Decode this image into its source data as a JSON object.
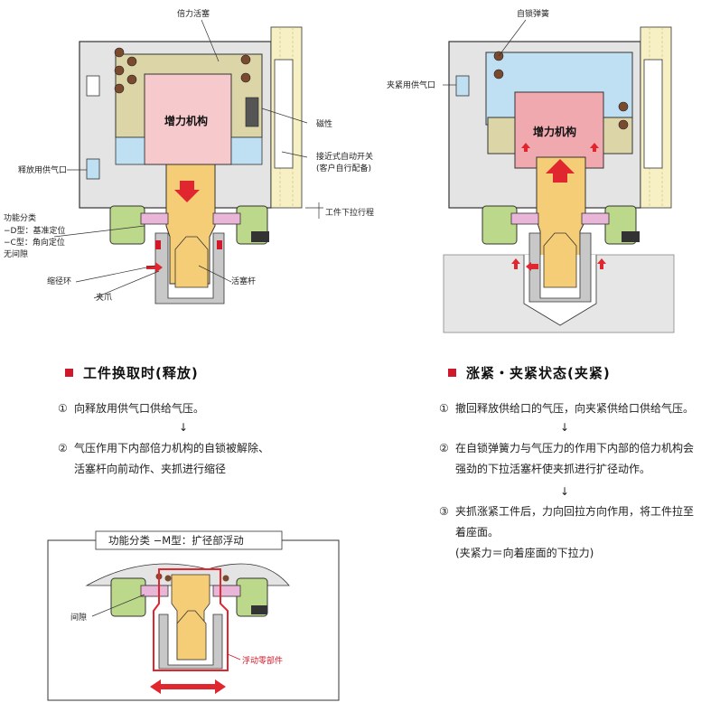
{
  "left_diagram": {
    "labels": {
      "booster_piston": "倍力活塞",
      "booster_mech": "增力机构",
      "magnet": "磁性",
      "proximity_switch_1": "接近式自动开关",
      "proximity_switch_2": "(客户自行配备)",
      "release_port": "释放用供气口",
      "pull_stroke": "工件下拉行程",
      "func_class": "功能分类",
      "d_type": "−D型：基准定位",
      "c_type": "−C型：角向定位",
      "no_gap": "无间隙",
      "reduce_ring": "缩径环",
      "clamp_claw": "夹爪",
      "piston_rod": "活塞杆"
    }
  },
  "right_diagram": {
    "labels": {
      "self_lock_spring": "自锁弹簧",
      "clamp_port": "夹紧用供气口",
      "booster_mech": "增力机构"
    }
  },
  "left_text": {
    "title": "工件换取时(释放)",
    "steps": [
      {
        "num": "①",
        "lines": [
          "向释放用供气口供给气压。"
        ]
      },
      {
        "num": "②",
        "lines": [
          "气压作用下内部倍力机构的自锁被解除、",
          "活塞杆向前动作、夹抓进行缩径"
        ]
      }
    ],
    "arrow": "↓"
  },
  "right_text": {
    "title": "涨紧・夹紧状态(夹紧)",
    "steps": [
      {
        "num": "①",
        "lines": [
          "撤回释放供给口的气压，向夹紧供给口供给气压。"
        ]
      },
      {
        "num": "②",
        "lines": [
          "在自锁弹簧力与气压力的作用下内部的倍力机构会",
          "强劲的下拉活塞杆使夹抓进行扩径动作。"
        ]
      },
      {
        "num": "③",
        "lines": [
          "夹抓涨紧工件后，力向回拉方向作用，将工件拉至",
          "着座面。",
          "(夹紧力＝向着座面的下拉力)"
        ]
      }
    ],
    "arrow": "↓"
  },
  "bottom_box": {
    "title": "功能分类 −M型：扩径部浮动",
    "gap_label": "间隙",
    "float_label": "浮动零部件"
  },
  "colors": {
    "housing": "#e4e4e4",
    "piston": "#dcd5a8",
    "booster": "#f6c9cc",
    "booster_clamp": "#f1a9b0",
    "air": "#bfe0f3",
    "rod": "#f6cd77",
    "green": "#bcd88a",
    "pink": "#e9b6d7",
    "red": "#e0262e",
    "accent": "#d0182a"
  }
}
